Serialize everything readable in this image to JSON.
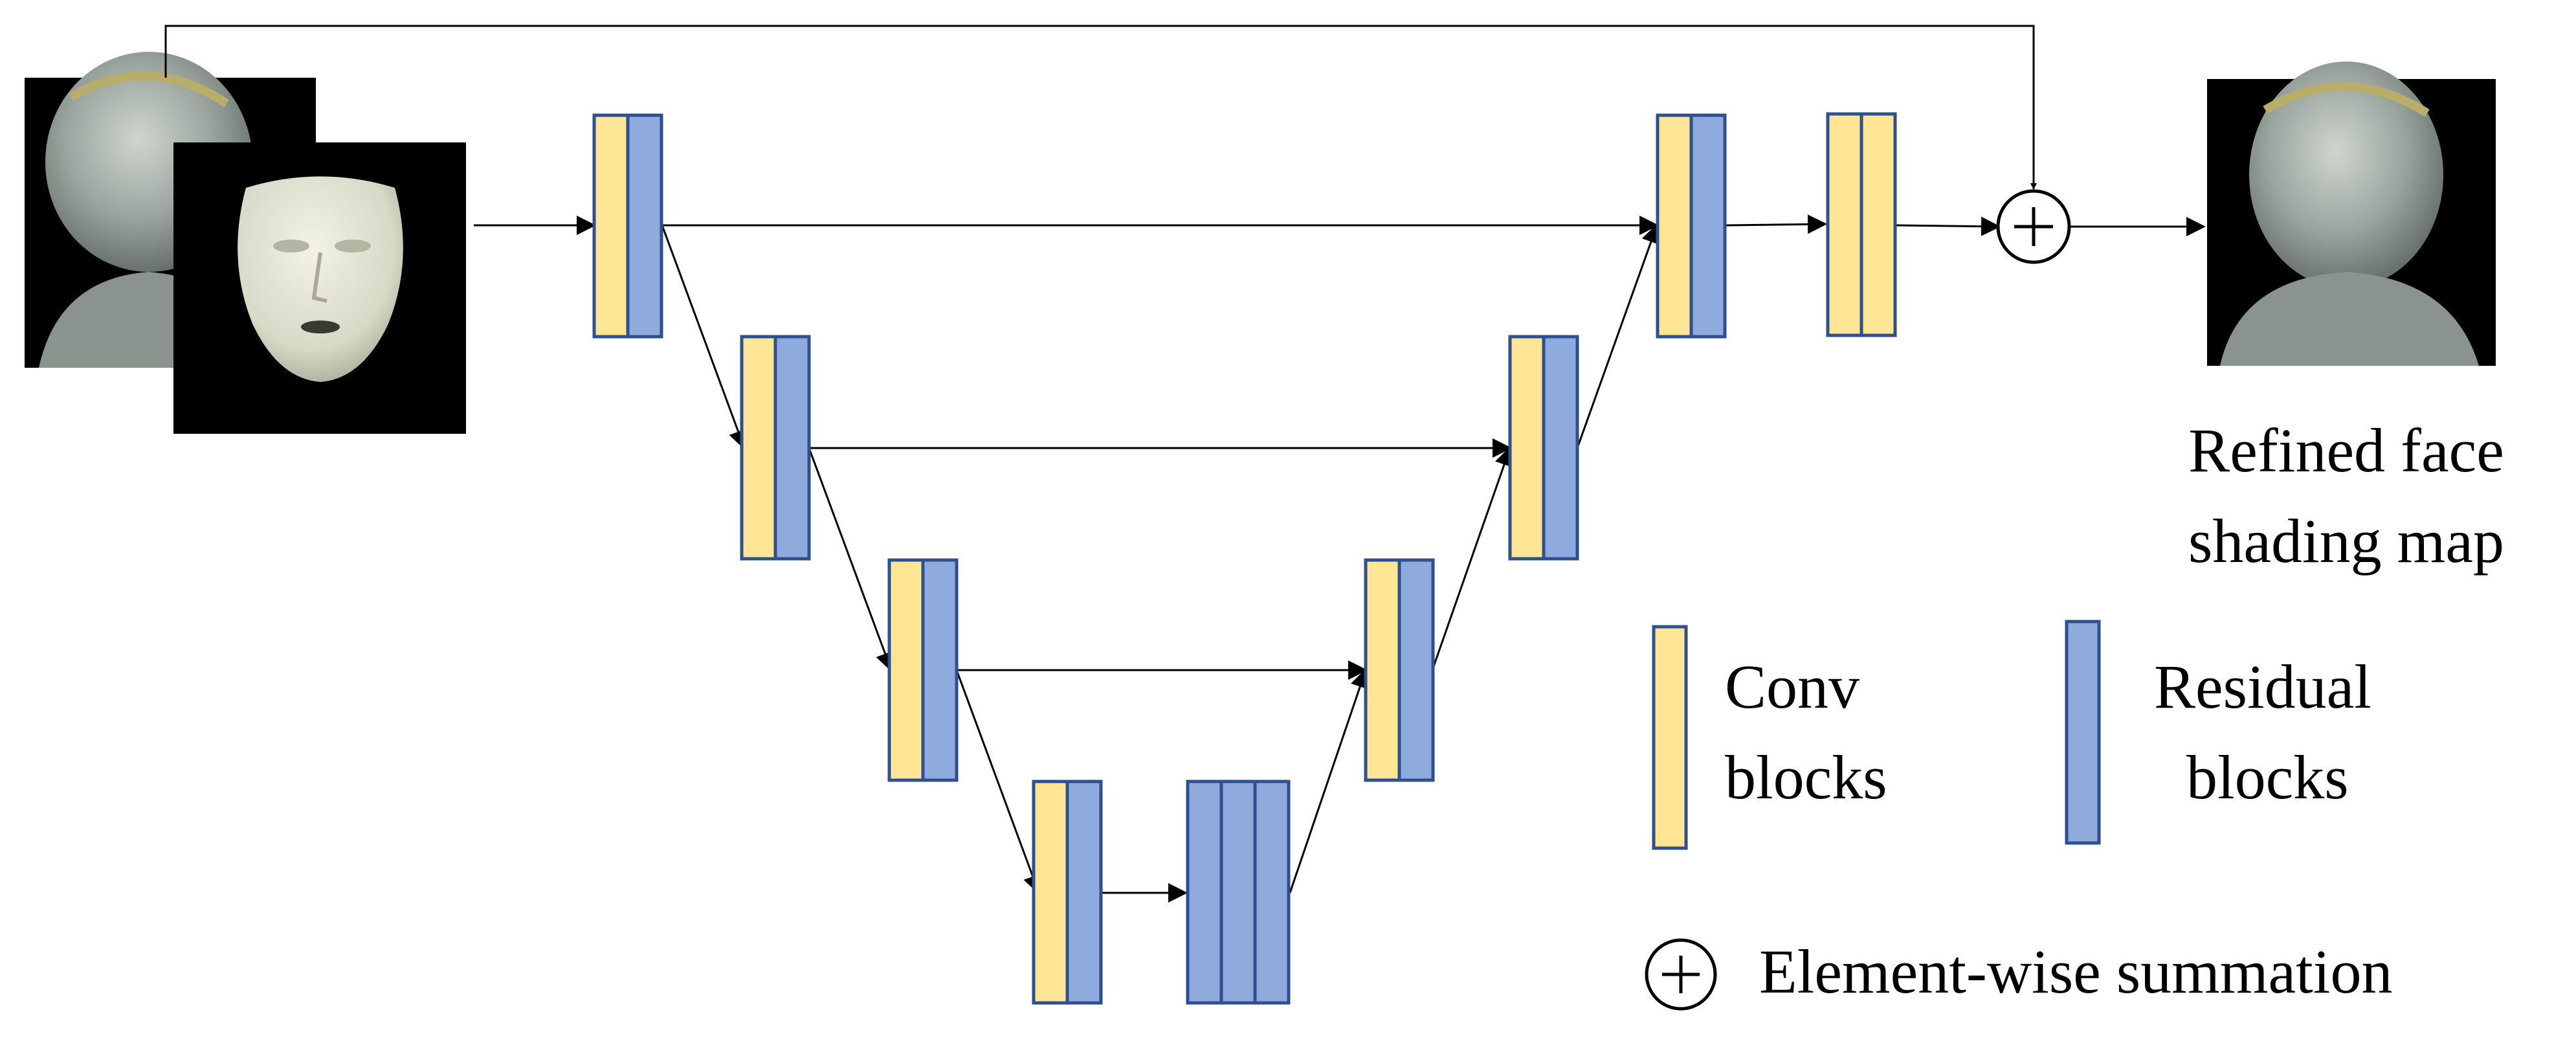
{
  "colors": {
    "conv_fill": "#FFE596",
    "residual_fill": "#8FAADC",
    "block_stroke": "#2F4F8F",
    "arrow": "#000000",
    "image_background": "#000000"
  },
  "output_label": [
    "Refined face",
    "shading map"
  ],
  "legend": {
    "conv": [
      "Conv",
      "blocks"
    ],
    "residual": [
      "Residual",
      "blocks"
    ],
    "sum": "Element-wise summation"
  },
  "icons": {
    "sum_operator": "circle-plus-icon",
    "input_photo": "face-photo",
    "input_render": "rendered-face-mesh",
    "output_photo": "refined-face-photo"
  }
}
